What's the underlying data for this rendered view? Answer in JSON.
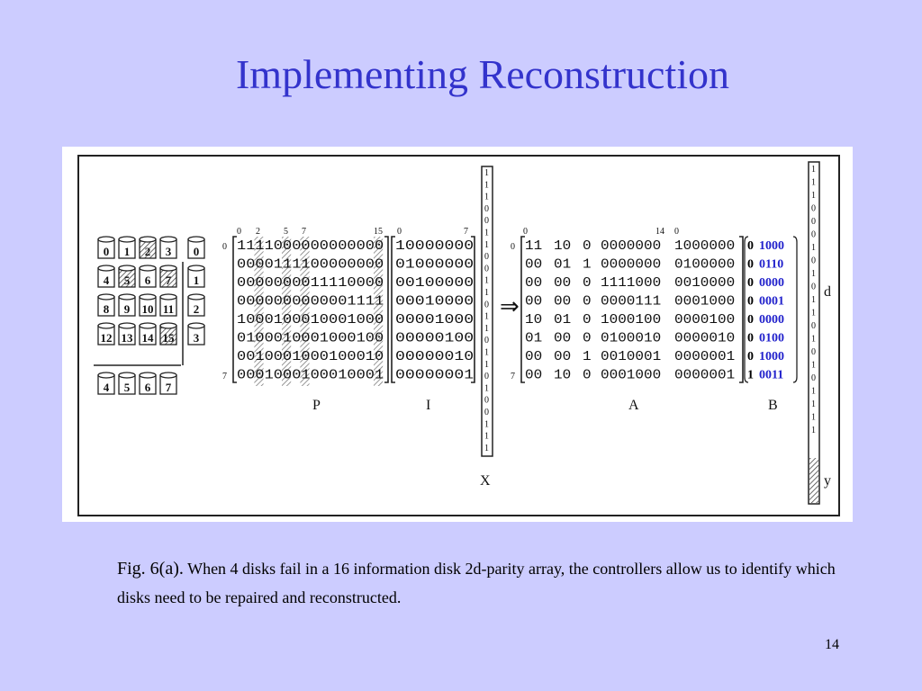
{
  "slide": {
    "title": "Implementing Reconstruction",
    "page_number": "14"
  },
  "caption": {
    "lead": "Fig. 6(a).",
    "text": "When 4 disks fail in a 16 information disk 2d-parity array, the controllers allow us to identify which disks need to be repaired and reconstructed."
  },
  "figure": {
    "disk_grid": [
      [
        "0",
        "1",
        "2",
        "3"
      ],
      [
        "4",
        "5",
        "6",
        "7"
      ],
      [
        "8",
        "9",
        "10",
        "11"
      ],
      [
        "12",
        "13",
        "14",
        "15"
      ]
    ],
    "parity_column": [
      "0",
      "1",
      "2",
      "3"
    ],
    "parity_row": [
      "4",
      "5",
      "6",
      "7"
    ],
    "row_index_top": "0",
    "row_index_bottom": "7",
    "p_col_labels": [
      "0",
      "2",
      "5",
      "7",
      "15"
    ],
    "i_col_labels": [
      "0",
      "7"
    ],
    "a_col_labels": [
      "0",
      "14",
      "0"
    ],
    "p_rows": [
      "1111000000000000",
      "0000111100000000",
      "0000000011110000",
      "0000000000001111",
      "1000100010001000",
      "0100010001000100",
      "0010001000100010",
      "0001000100010001"
    ],
    "i_rows": [
      "10000000",
      "01000000",
      "00100000",
      "00010000",
      "00001000",
      "00000100",
      "00000010",
      "00000001"
    ],
    "x_column": [
      "1",
      "1",
      "1",
      "0",
      "0",
      "1",
      "1",
      "0",
      "0",
      "1",
      "1",
      "0",
      "1",
      "1",
      "0",
      "1",
      "1",
      "0",
      "1",
      "0",
      "0",
      "1",
      "1",
      "1"
    ],
    "arrow": "⇒",
    "a_rows": [
      [
        "11",
        "10",
        "0",
        "0000000",
        "1000000"
      ],
      [
        "00",
        "01",
        "1",
        "0000000",
        "0100000"
      ],
      [
        "00",
        "00",
        "0",
        "1111000",
        "0010000"
      ],
      [
        "00",
        "00",
        "0",
        "0000111",
        "0001000"
      ],
      [
        "10",
        "01",
        "0",
        "1000100",
        "0000100"
      ],
      [
        "01",
        "00",
        "0",
        "0100010",
        "0000010"
      ],
      [
        "00",
        "00",
        "1",
        "0010001",
        "0000001"
      ],
      [
        "00",
        "10",
        "0",
        "0001000",
        "0000001"
      ]
    ],
    "b_rows": [
      {
        "bit": "0",
        "code": "1000"
      },
      {
        "bit": "0",
        "code": "0110"
      },
      {
        "bit": "0",
        "code": "0000"
      },
      {
        "bit": "0",
        "code": "0001"
      },
      {
        "bit": "0",
        "code": "0000"
      },
      {
        "bit": "0",
        "code": "0100"
      },
      {
        "bit": "0",
        "code": "1000"
      },
      {
        "bit": "1",
        "code": "0011"
      }
    ],
    "d_column": [
      "1",
      "1",
      "1",
      "0",
      "0",
      "0",
      "1",
      "0",
      "1",
      "0",
      "1",
      "1",
      "0",
      "1",
      "0",
      "1",
      "0",
      "1",
      "1",
      "1",
      "1"
    ],
    "labels": {
      "p": "P",
      "i": "I",
      "x": "X",
      "a": "A",
      "b": "B",
      "d": "d",
      "y": "y"
    }
  },
  "colors": {
    "background": "#ccccff",
    "title": "#3333cc",
    "highlight_code": "#2222cc"
  }
}
